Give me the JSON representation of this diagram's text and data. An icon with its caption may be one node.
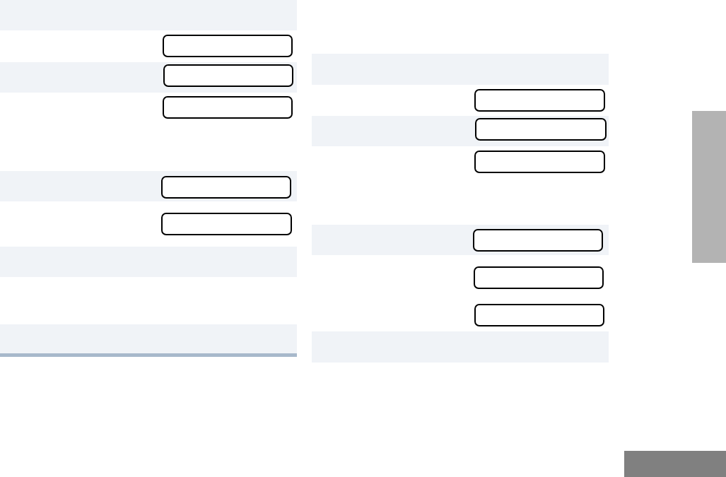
{
  "diagram": {
    "nodes": [
      {
        "text": [],
        "shape": "box"
      },
      {
        "text": [],
        "shape": "box"
      },
      {
        "text": [],
        "shape": "box"
      },
      {
        "text": [],
        "shape": "box"
      },
      {
        "text": [],
        "shape": "box"
      },
      {
        "text": [],
        "shape": "box"
      },
      {
        "text": [],
        "shape": "box"
      },
      {
        "text": [],
        "shape": "box"
      },
      {
        "text": [],
        "shape": "box"
      },
      {
        "text": [],
        "shape": "box"
      },
      {
        "text": [],
        "shape": "box"
      },
      {
        "text": [],
        "shape": "bar"
      },
      {
        "text": [],
        "shape": "bar"
      }
    ]
  }
}
